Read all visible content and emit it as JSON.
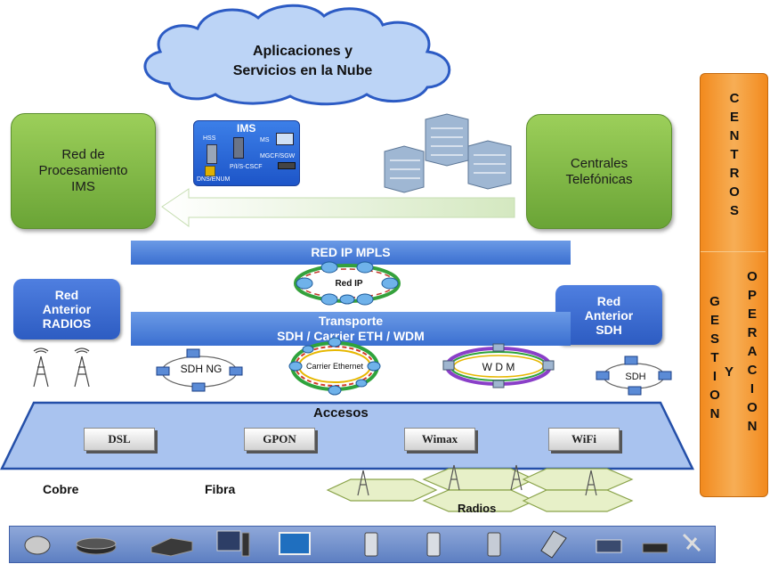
{
  "cloud": {
    "line1": "Aplicaciones y",
    "line2": "Servicios en la Nube"
  },
  "left_box": {
    "line1": "Red de",
    "line2": "Procesamiento",
    "line3": "IMS"
  },
  "right_box": {
    "line1": "Centrales",
    "line2": "Telefónicas"
  },
  "ims_panel": {
    "title": "IMS",
    "hss": "HSS",
    "ms": "MS",
    "pcscf": "P/I/S-CSCF",
    "mgcf": "MGCF/SGW",
    "dns": "DNS/ENUM"
  },
  "mpls_bar": {
    "label": "RED IP MPLS"
  },
  "red_ip_ring": {
    "label": "Red IP"
  },
  "left_side": {
    "line1": "Red",
    "line2": "Anterior",
    "line3": "RADIOS"
  },
  "right_side": {
    "line1": "Red",
    "line2": "Anterior",
    "line3": "SDH"
  },
  "transport": {
    "line1": "Transporte",
    "line2": "SDH / Carrier ETH / WDM"
  },
  "rings": {
    "sdh_ng": "SDH NG",
    "carrier": "Carrier Ethernet",
    "wdm": "W D M",
    "sdh": "SDH"
  },
  "access": {
    "title": "Accesos",
    "buttons": [
      "DSL",
      "GPON",
      "Wimax",
      "WiFi"
    ]
  },
  "media": {
    "cobre": "Cobre",
    "fibra": "Fibra",
    "radios": "Radios"
  },
  "centros": [
    "C",
    "E",
    "N",
    "T",
    "R",
    "O",
    "S"
  ],
  "gestion": [
    "G",
    "E",
    "S",
    "T",
    "I",
    "O",
    "N"
  ],
  "y_letter": "Y",
  "operacion": [
    "O",
    "P",
    "E",
    "R",
    "A",
    "C",
    "I",
    "O",
    "N"
  ],
  "colors": {
    "green": "#7ab642",
    "blue": "#3a6fd0",
    "orange": "#f39a2c",
    "cloud": "#b8d2f5",
    "access": "#a9c3ef"
  }
}
